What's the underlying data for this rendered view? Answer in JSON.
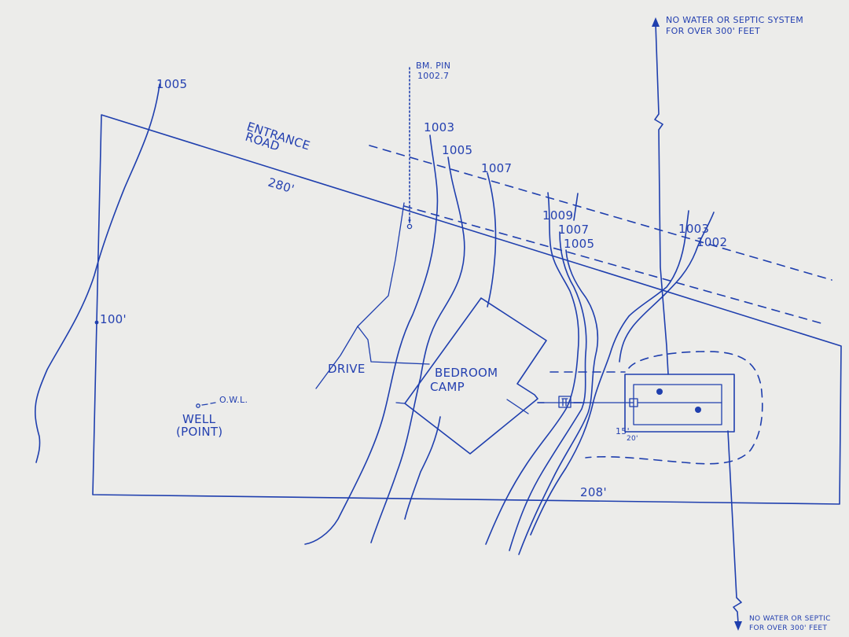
{
  "labels": {
    "no_water_top_1": "NO WATER OR SEPTIC SYSTEM",
    "no_water_top_2": "FOR OVER 300' FEET",
    "no_water_bottom_1": "NO WATER OR SEPTIC",
    "no_water_bottom_2": "FOR OVER 300' FEET",
    "bm_pin_1": "BM. PIN",
    "bm_pin_2": "1002.7",
    "entrance_road_1": "ENTRANCE",
    "entrance_road_2": "ROAD",
    "dim_280": "280'",
    "dim_100": "100'",
    "dim_208": "208'",
    "dim_15": "15'",
    "dim_20": "20'",
    "drive": "DRIVE",
    "bedroom_camp_1": "BEDROOM",
    "bedroom_camp_2": "CAMP",
    "owl": "O.W.L.",
    "well_1": "WELL",
    "well_2": "(POINT)"
  },
  "contours": [
    {
      "key": "c1005_left",
      "label": "1005"
    },
    {
      "key": "c1003_a",
      "label": "1003"
    },
    {
      "key": "c1005_a",
      "label": "1005"
    },
    {
      "key": "c1007_a",
      "label": "1007"
    },
    {
      "key": "c1009",
      "label": "1009"
    },
    {
      "key": "c1007_b",
      "label": "1007"
    },
    {
      "key": "c1005_b",
      "label": "1005"
    },
    {
      "key": "c1003_b",
      "label": "1003"
    },
    {
      "key": "c1002",
      "label": "1002"
    }
  ],
  "colors": {
    "paper": "#ececea",
    "ink": "#1f3fae"
  }
}
